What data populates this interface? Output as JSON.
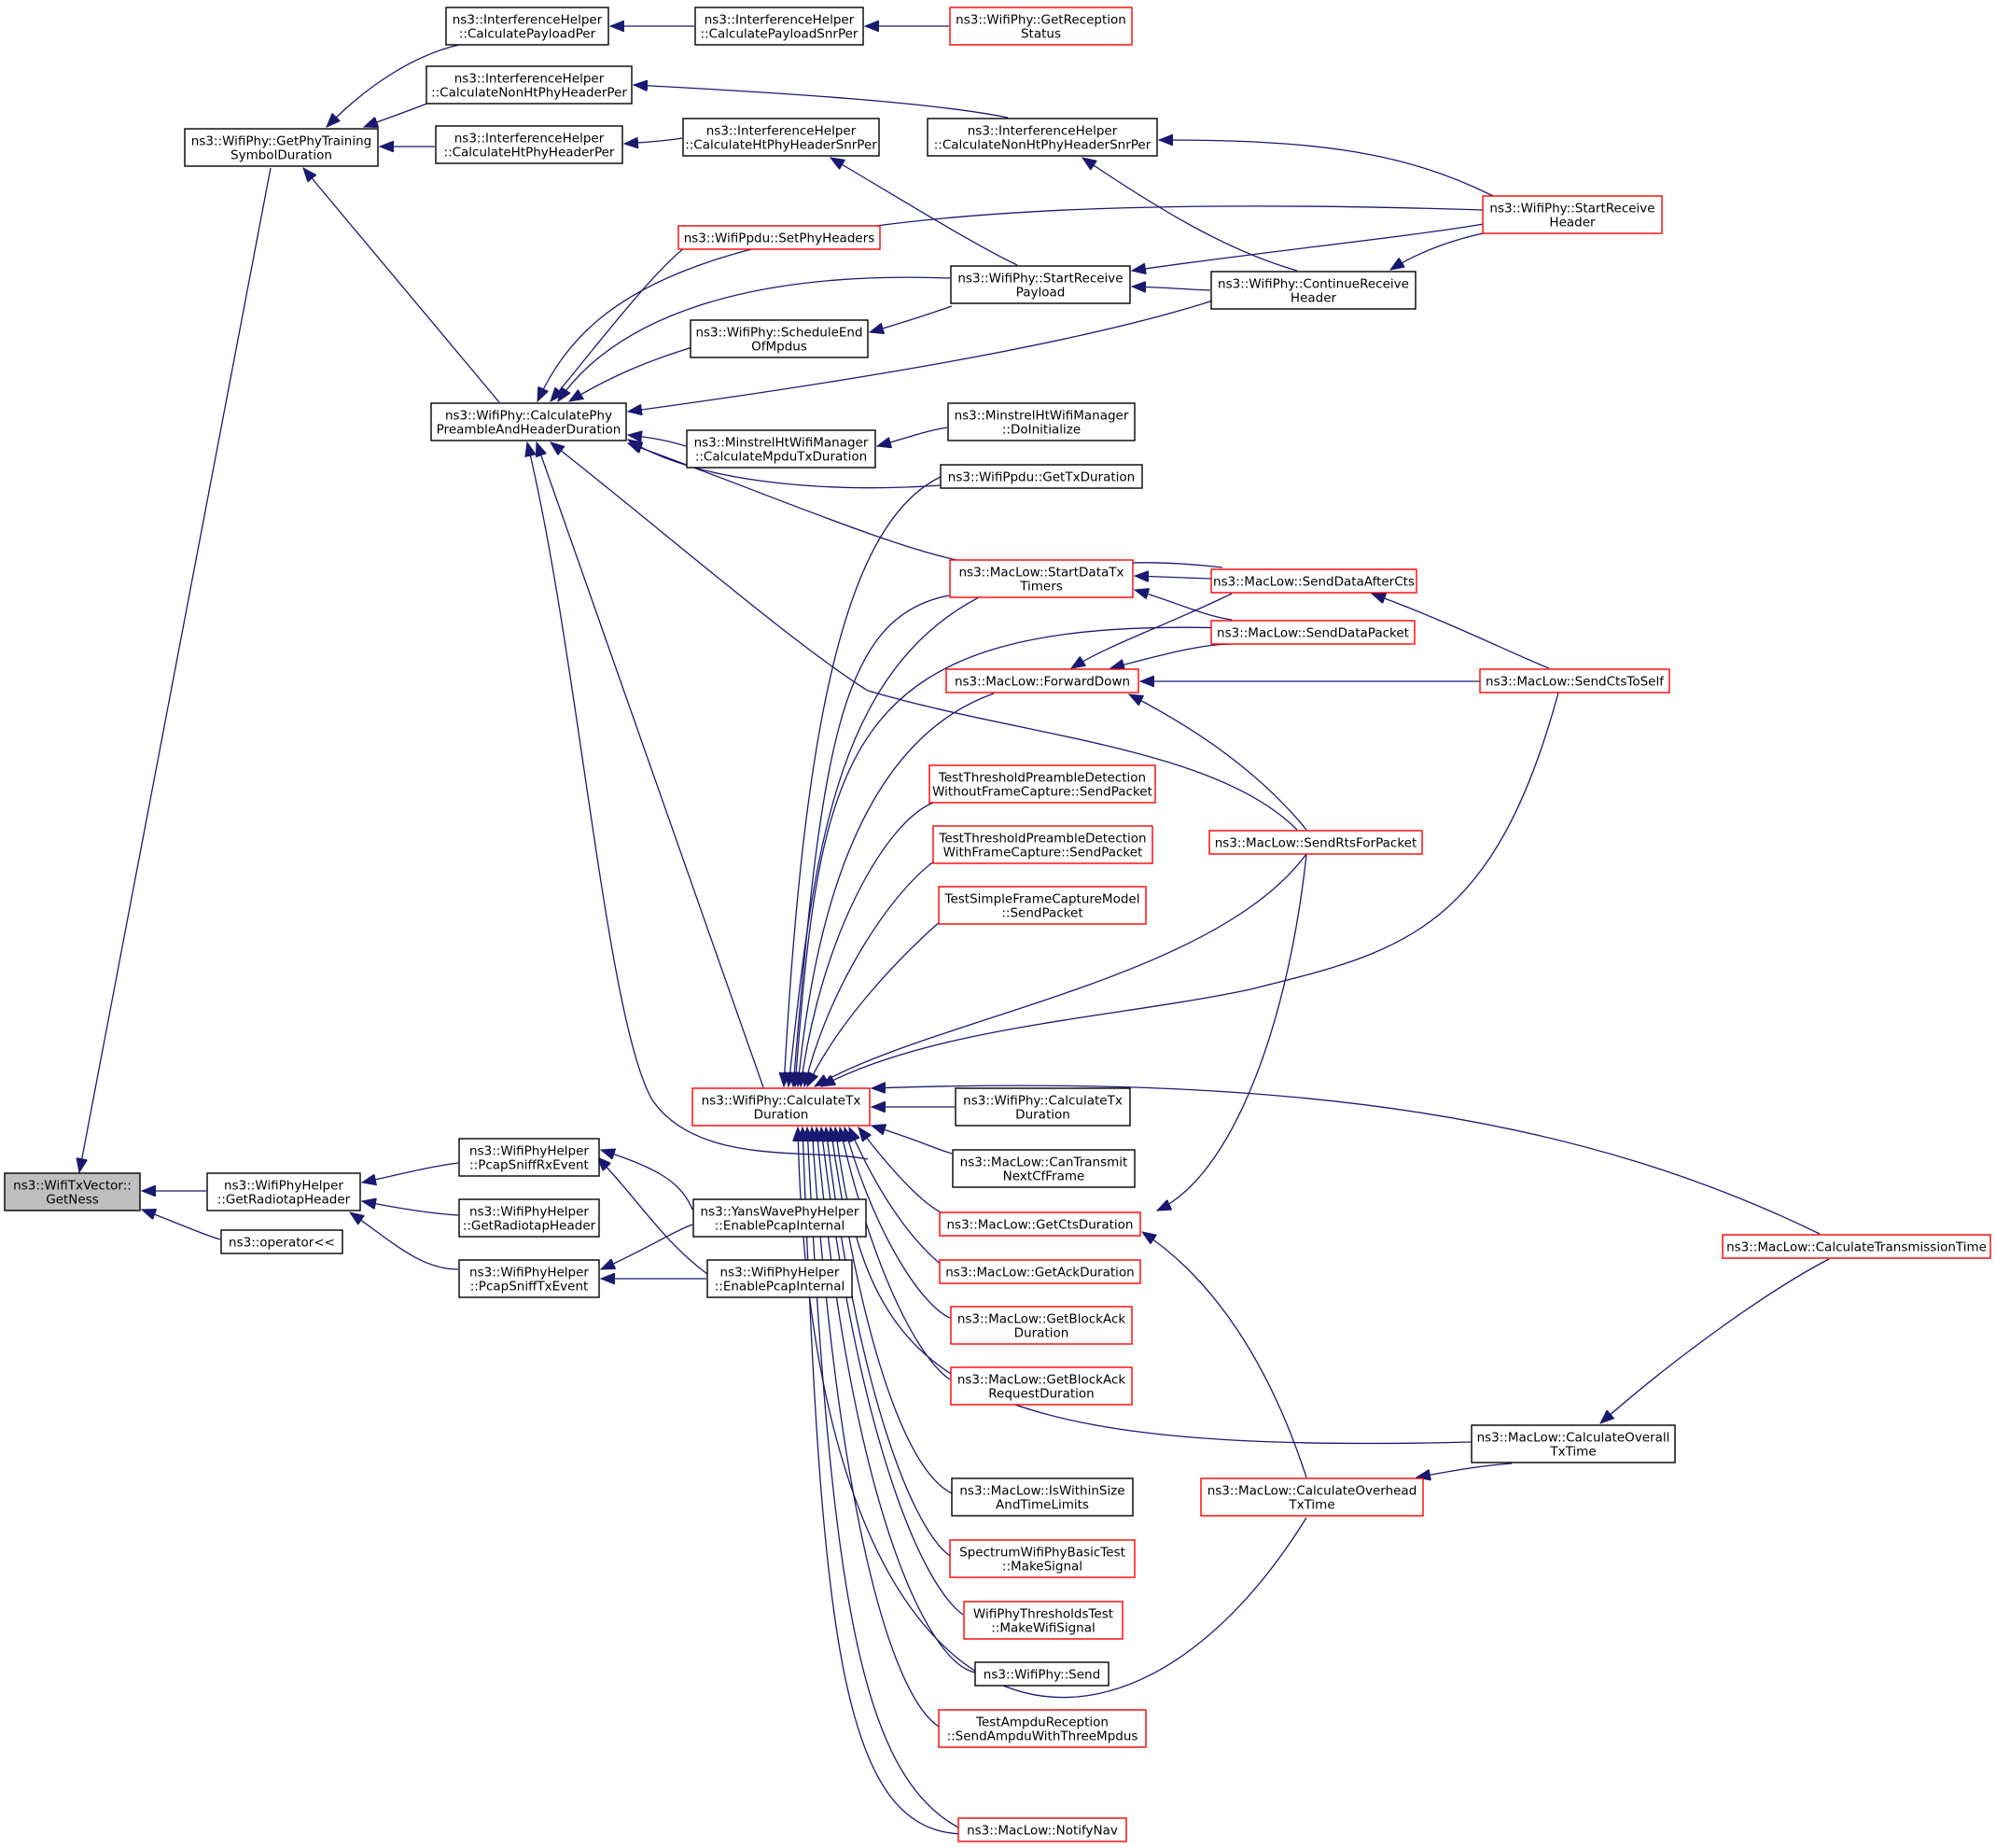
{
  "colors": {
    "edge": "#191970",
    "node_border_default": "#000000",
    "node_border_truncated": "#ff0000",
    "selected_fill": "#bfbfbf",
    "background": "#ffffff"
  },
  "nodes": [
    {
      "id": "getness",
      "lines": [
        "ns3::WifiTxVector::",
        "GetNess"
      ],
      "style": "selected"
    },
    {
      "id": "gettraining",
      "lines": [
        "ns3::WifiPhy::GetPhyTraining",
        "SymbolDuration"
      ],
      "style": "black"
    },
    {
      "id": "getradiotap",
      "lines": [
        "ns3::WifiPhyHelper",
        "::GetRadiotapHeader"
      ],
      "style": "black"
    },
    {
      "id": "operator",
      "lines": [
        "ns3::operator<<"
      ],
      "style": "black"
    },
    {
      "id": "ih_payloadper",
      "lines": [
        "ns3::InterferenceHelper",
        "::CalculatePayloadPer"
      ],
      "style": "black"
    },
    {
      "id": "ih_nonhtper",
      "lines": [
        "ns3::InterferenceHelper",
        "::CalculateNonHtPhyHeaderPer"
      ],
      "style": "black"
    },
    {
      "id": "ih_htper",
      "lines": [
        "ns3::InterferenceHelper",
        "::CalculateHtPhyHeaderPer"
      ],
      "style": "black"
    },
    {
      "id": "calcpreamble",
      "lines": [
        "ns3::WifiPhy::CalculatePhy",
        "PreambleAndHeaderDuration"
      ],
      "style": "black"
    },
    {
      "id": "ih_payloadsnrper",
      "lines": [
        "ns3::InterferenceHelper",
        "::CalculatePayloadSnrPer"
      ],
      "style": "black"
    },
    {
      "id": "getreception",
      "lines": [
        "ns3::WifiPhy::GetReception",
        "Status"
      ],
      "style": "red"
    },
    {
      "id": "ih_nonhtsnrper",
      "lines": [
        "ns3::InterferenceHelper",
        "::CalculateNonHtPhyHeaderSnrPer"
      ],
      "style": "black"
    },
    {
      "id": "ih_htsnrper",
      "lines": [
        "ns3::InterferenceHelper",
        "::CalculateHtPhyHeaderSnrPer"
      ],
      "style": "black"
    },
    {
      "id": "startreceiveheader",
      "lines": [
        "ns3::WifiPhy::StartReceive",
        "Header"
      ],
      "style": "red"
    },
    {
      "id": "setphyheaders",
      "lines": [
        "ns3::WifiPpdu::SetPhyHeaders"
      ],
      "style": "red"
    },
    {
      "id": "startreceivepayload",
      "lines": [
        "ns3::WifiPhy::StartReceive",
        "Payload"
      ],
      "style": "black"
    },
    {
      "id": "continuereceive",
      "lines": [
        "ns3::WifiPhy::ContinueReceive",
        "Header"
      ],
      "style": "black"
    },
    {
      "id": "scheduleend",
      "lines": [
        "ns3::WifiPhy::ScheduleEnd",
        "OfMpdus"
      ],
      "style": "black"
    },
    {
      "id": "minstrel_calc",
      "lines": [
        "ns3::MinstrelHtWifiManager",
        "::CalculateMpduTxDuration"
      ],
      "style": "black"
    },
    {
      "id": "minstrel_init",
      "lines": [
        "ns3::MinstrelHtWifiManager",
        "::DoInitialize"
      ],
      "style": "black"
    },
    {
      "id": "ppdu_gettx",
      "lines": [
        "ns3::WifiPpdu::GetTxDuration"
      ],
      "style": "black"
    },
    {
      "id": "startdatatx",
      "lines": [
        "ns3::MacLow::StartDataTx",
        "Timers"
      ],
      "style": "red"
    },
    {
      "id": "senddataaftercts",
      "lines": [
        "ns3::MacLow::SendDataAfterCts"
      ],
      "style": "red"
    },
    {
      "id": "senddatapacket",
      "lines": [
        "ns3::MacLow::SendDataPacket"
      ],
      "style": "red"
    },
    {
      "id": "forwarddown",
      "lines": [
        "ns3::MacLow::ForwardDown"
      ],
      "style": "red"
    },
    {
      "id": "sendctstoself",
      "lines": [
        "ns3::MacLow::SendCtsToSelf"
      ],
      "style": "red"
    },
    {
      "id": "ttpd_without",
      "lines": [
        "TestThresholdPreambleDetection",
        "WithoutFrameCapture::SendPacket"
      ],
      "style": "red"
    },
    {
      "id": "ttpd_with",
      "lines": [
        "TestThresholdPreambleDetection",
        "WithFrameCapture::SendPacket"
      ],
      "style": "red"
    },
    {
      "id": "sendrts",
      "lines": [
        "ns3::MacLow::SendRtsForPacket"
      ],
      "style": "red"
    },
    {
      "id": "tsfcm",
      "lines": [
        "TestSimpleFrameCaptureModel",
        "::SendPacket"
      ],
      "style": "red"
    },
    {
      "id": "calctx",
      "lines": [
        "ns3::WifiPhy::CalculateTx",
        "Duration"
      ],
      "style": "red"
    },
    {
      "id": "calctx2",
      "lines": [
        "ns3::WifiPhy::CalculateTx",
        "Duration"
      ],
      "style": "black"
    },
    {
      "id": "cantransmit",
      "lines": [
        "ns3::MacLow::CanTransmit",
        "NextCfFrame"
      ],
      "style": "black"
    },
    {
      "id": "pcapsniffrx",
      "lines": [
        "ns3::WifiPhyHelper",
        "::PcapSniffRxEvent"
      ],
      "style": "black"
    },
    {
      "id": "getradiotap2",
      "lines": [
        "ns3::WifiPhyHelper",
        "::GetRadiotapHeader"
      ],
      "style": "black"
    },
    {
      "id": "pcapsnifftx",
      "lines": [
        "ns3::WifiPhyHelper",
        "::PcapSniffTxEvent"
      ],
      "style": "black"
    },
    {
      "id": "yanspcap",
      "lines": [
        "ns3::YansWavePhyHelper",
        "::EnablePcapInternal"
      ],
      "style": "black"
    },
    {
      "id": "wifipcap",
      "lines": [
        "ns3::WifiPhyHelper",
        "::EnablePcapInternal"
      ],
      "style": "black"
    },
    {
      "id": "getcts",
      "lines": [
        "ns3::MacLow::GetCtsDuration"
      ],
      "style": "red"
    },
    {
      "id": "getack",
      "lines": [
        "ns3::MacLow::GetAckDuration"
      ],
      "style": "red"
    },
    {
      "id": "calctranstime",
      "lines": [
        "ns3::MacLow::CalculateTransmissionTime"
      ],
      "style": "red"
    },
    {
      "id": "getblockack",
      "lines": [
        "ns3::MacLow::GetBlockAck",
        "Duration"
      ],
      "style": "red"
    },
    {
      "id": "getblockackreq",
      "lines": [
        "ns3::MacLow::GetBlockAck",
        "RequestDuration"
      ],
      "style": "red"
    },
    {
      "id": "calcoverall",
      "lines": [
        "ns3::MacLow::CalculateOverall",
        "TxTime"
      ],
      "style": "black"
    },
    {
      "id": "iswithin",
      "lines": [
        "ns3::MacLow::IsWithinSize",
        "AndTimeLimits"
      ],
      "style": "black"
    },
    {
      "id": "calcoverhead",
      "lines": [
        "ns3::MacLow::CalculateOverhead",
        "TxTime"
      ],
      "style": "red"
    },
    {
      "id": "spectrumtest",
      "lines": [
        "SpectrumWifiPhyBasicTest",
        "::MakeSignal"
      ],
      "style": "red"
    },
    {
      "id": "thresholdstest",
      "lines": [
        "WifiPhyThresholdsTest",
        "::MakeWifiSignal"
      ],
      "style": "red"
    },
    {
      "id": "wifiphysend",
      "lines": [
        "ns3::WifiPhy::Send"
      ],
      "style": "black"
    },
    {
      "id": "testampdu",
      "lines": [
        "TestAmpduReception",
        "::SendAmpduWithThreeMpdus"
      ],
      "style": "red"
    },
    {
      "id": "notifynav",
      "lines": [
        "ns3::MacLow::NotifyNav"
      ],
      "style": "red"
    }
  ]
}
